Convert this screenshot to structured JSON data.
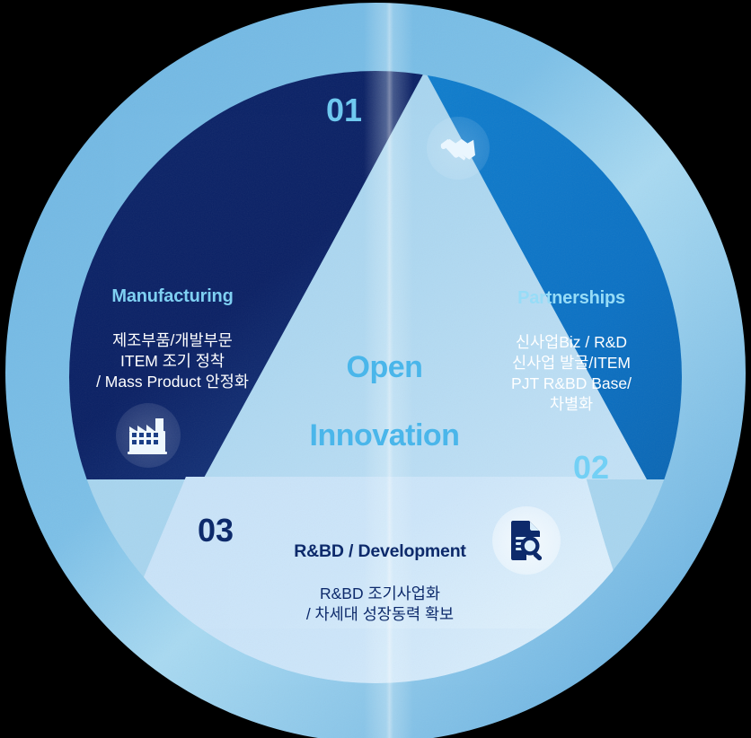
{
  "diagram": {
    "title": "Open Innovation",
    "center_label_line1": "Open",
    "center_label_line2": "Innovation",
    "shape": "circle-with-triangle",
    "colors": {
      "background": "#000000",
      "outer_ring": "#5babe0",
      "navy": "#0a2064",
      "blue": "#0b71c4",
      "light_blue_panel": "#cbe4f8",
      "center_triangle": "#a8d5ef",
      "center_text": "#4ab6ea",
      "heading_cyan": "#7fd0f2",
      "navy_text": "#0d2a6b"
    },
    "segments": [
      {
        "number": "01",
        "title": "Manufacturing",
        "body": "제조부품/개발부문\nITEM 조기 정착\n/ Mass Product 안정화",
        "icon": "factory-icon",
        "fill": "#0a2064"
      },
      {
        "number": "02",
        "title": "Partnerships",
        "body": "신사업Biz / R&D\n신사업 발굴/ITEM\nPJT R&BD Base/\n차별화",
        "icon": "handshake-icon",
        "fill": "#0b71c4"
      },
      {
        "number": "03",
        "title": "R&BD / Development",
        "body": "R&BD 조기사업화\n/ 차세대 성장동력 확보",
        "icon": "document-search-icon",
        "fill": "#cbe4f8"
      }
    ]
  }
}
